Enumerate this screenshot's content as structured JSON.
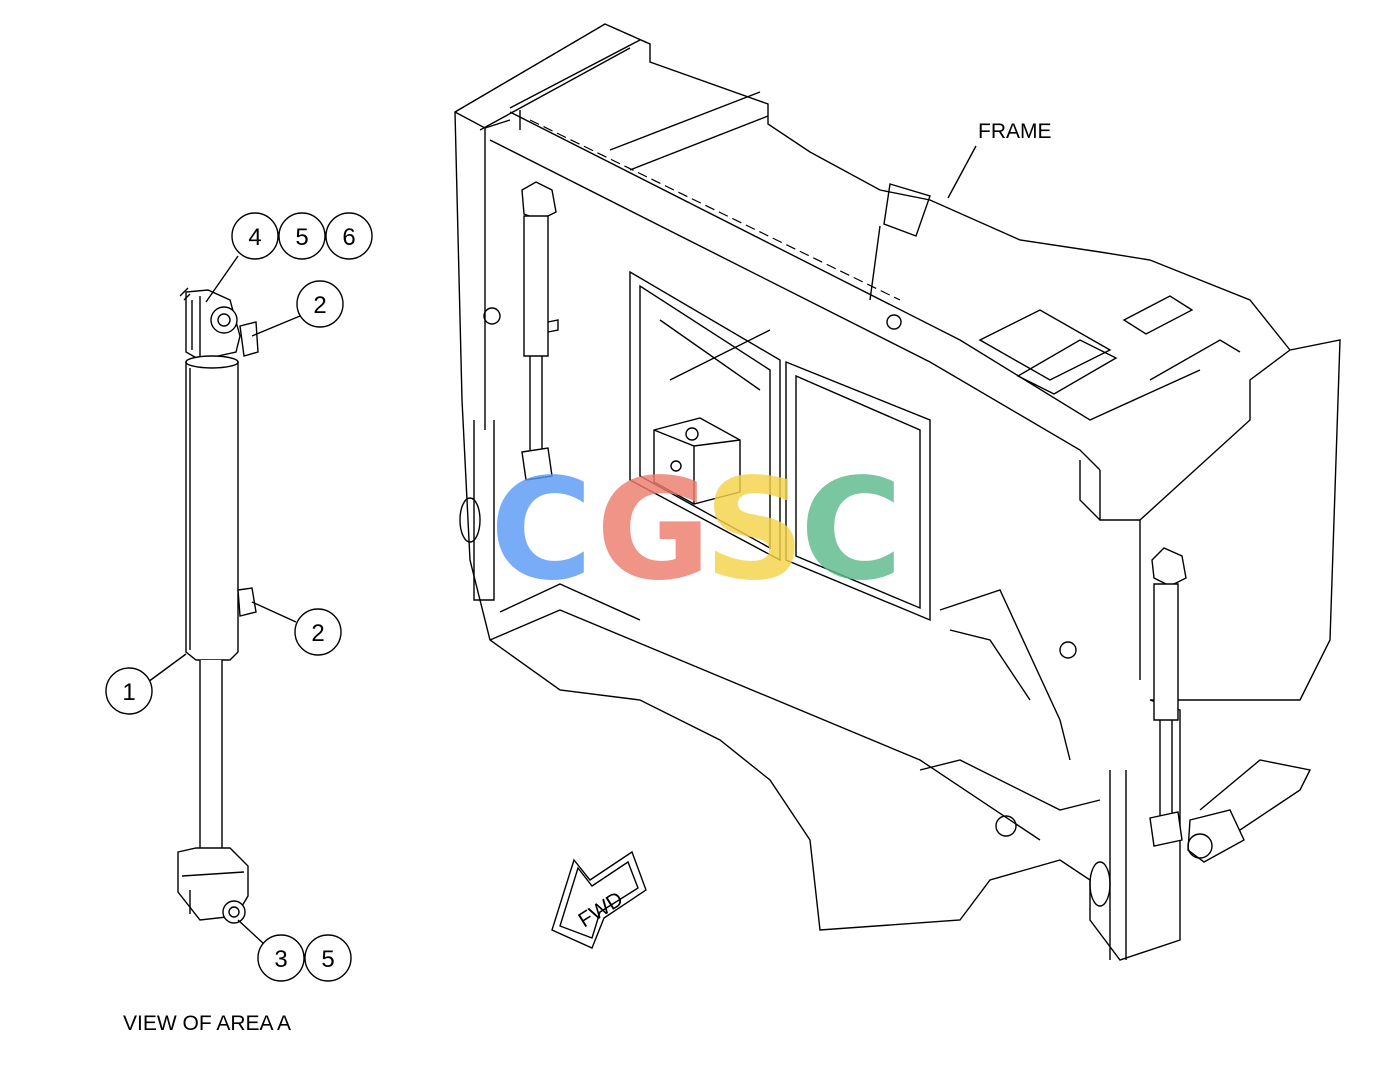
{
  "title": "VIEW OF AREA A",
  "frame_label": "FRAME",
  "direction_label": "FWD",
  "callouts": [
    "4",
    "5",
    "6",
    "2",
    "2",
    "1",
    "3",
    "5"
  ],
  "watermark": {
    "text": "CGSC",
    "letters": [
      {
        "char": "C",
        "color": "#5b9bf5"
      },
      {
        "char": "G",
        "color": "#ef7d6e"
      },
      {
        "char": "S",
        "color": "#f5d24a"
      },
      {
        "char": "C",
        "color": "#5cba8c"
      }
    ]
  }
}
